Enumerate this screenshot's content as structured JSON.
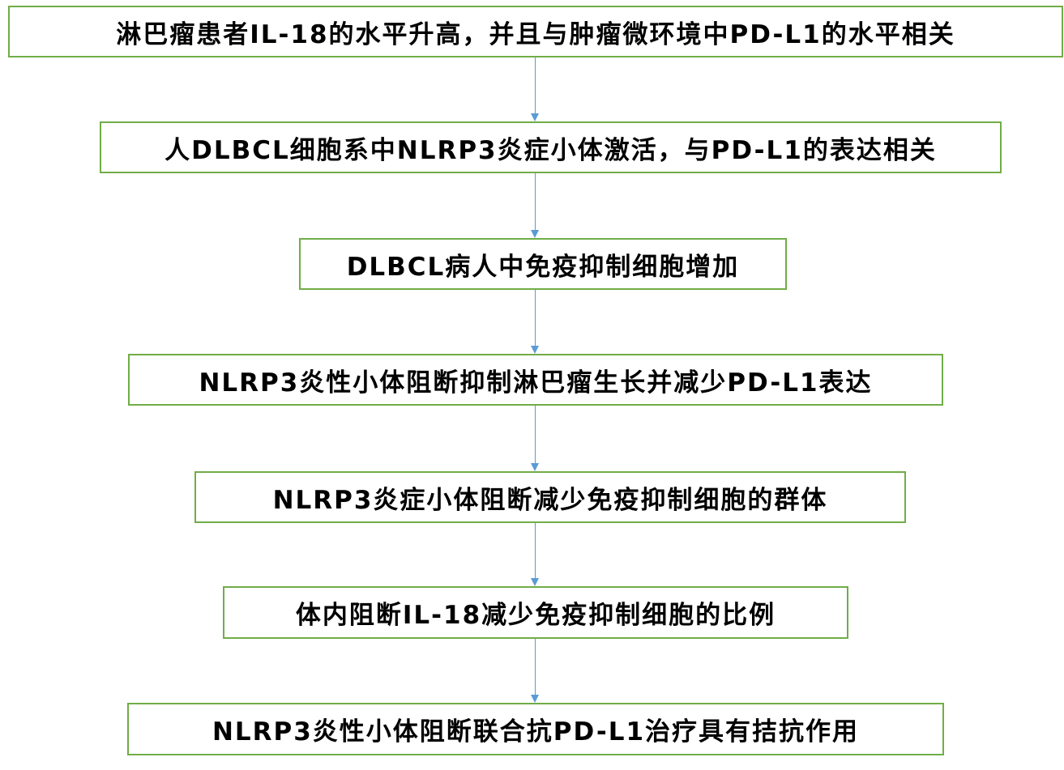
{
  "flowchart": {
    "steps": [
      {
        "text": "淋巴瘤患者IL-18的水平升高，并且与肿瘤微环境中PD-L1的水平相关"
      },
      {
        "text": "人DLBCL细胞系中NLRP3炎症小体激活，与PD-L1的表达相关"
      },
      {
        "text": "DLBCL病人中免疫抑制细胞增加"
      },
      {
        "text": "NLRP3炎性小体阻断抑制淋巴瘤生长并减少PD-L1表达"
      },
      {
        "text": "NLRP3炎症小体阻断减少免疫抑制细胞的群体"
      },
      {
        "text": "体内阻断IL-18减少免疫抑制细胞的比例"
      },
      {
        "text": "NLRP3炎性小体阻断联合抗PD-L1治疗具有拮抗作用"
      }
    ]
  },
  "colors": {
    "box_border": "#70ad47",
    "arrow": "#5b9bd5",
    "text": "#000000",
    "background": "#ffffff"
  }
}
